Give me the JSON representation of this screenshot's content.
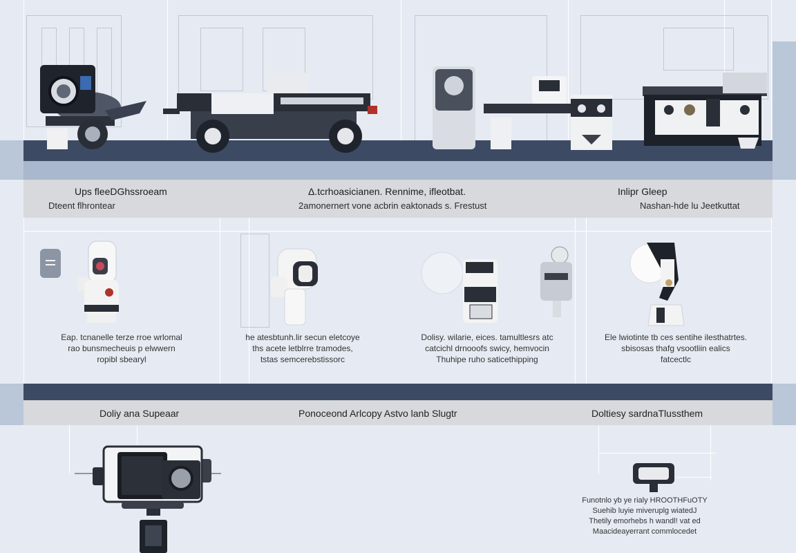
{
  "top_band": {
    "headings": [
      {
        "title": "Ups fleeDGhssroeam",
        "subtitle": "Dteent flhrontear"
      },
      {
        "title": "Δ.tcrhoasicianen. Rennime, ifleotbat.",
        "subtitle": "2amonernert vone acbrin eaktonads s. Frestust"
      },
      {
        "title": "Inlipr Gleep",
        "subtitle": "Nashan-hde lu Jeetkuttat"
      }
    ]
  },
  "middle": {
    "descriptions": [
      {
        "lines": [
          "Eap. tcnanelle terze rroe wrlomal",
          "rao bunsmecheuis p elwwern",
          "ropibl sbearyl"
        ]
      },
      {
        "lines": [
          "he atesbtunh.lir secun eletcoye",
          "ths acete letblrre tramodes,",
          "tstas semcerebstissorc"
        ]
      },
      {
        "lines": [
          "Dolisy. wilarie, eices. tamultlesrs atc",
          "catcichl drnooofs swicy, hemvocin",
          "Thuhipe ruho saticethipping"
        ]
      },
      {
        "lines": [
          "Ele lwiotinte tb ces sentihe ilesthatrtes.",
          "sbisosas thafg vsootliin ealics",
          "fatcectlc"
        ]
      }
    ]
  },
  "footer": {
    "labels": [
      "Doliy  ana Supeaar",
      "Ponoceond  Arlcopy  Astvo lanb Slugtr",
      "Doltiesy sardnaTlussthem"
    ]
  },
  "bottom_note": {
    "lines": [
      "Funotnlo yb ye  rialy HROOTHFuOTY",
      "Suehib luyie miveruplg wiatedJ",
      "Thetily emorhebs h wandl! vat ed",
      "Maacideayerrant commlocedet"
    ]
  },
  "colors": {
    "background": "#e6ebf3",
    "dark_band": "#3d4a63",
    "light_band": "#a9b8cc",
    "caption_band": "#d7d9dd",
    "device_dark": "#2a2e36",
    "device_white": "#f5f5f5"
  }
}
